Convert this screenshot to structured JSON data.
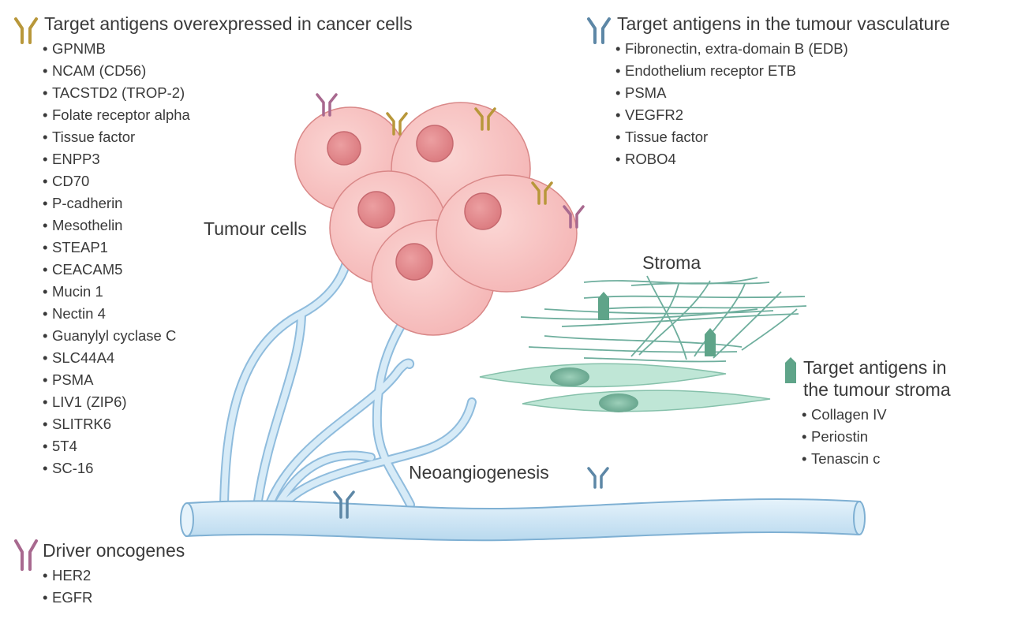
{
  "colors": {
    "cancer_antigen": "#b8973a",
    "vasculature_antigen": "#5d87a6",
    "stroma_antigen": "#5fa489",
    "oncogene": "#a8698f",
    "tumour_cell": "#f7c3c3",
    "tumour_cell_edge": "#d98888",
    "nucleus": "#e48a8e",
    "vessel": "#cfe6f5",
    "vessel_edge": "#7fb0d3",
    "stroma_fibre": "#6eae9d",
    "stroma_cell": "#bfe6d6"
  },
  "icons": {
    "cancer_antigen": "antibody-y-icon",
    "vasculature_antigen": "antibody-y-icon",
    "stroma_antigen": "pentagon-marker-icon",
    "oncogene": "antibody-y-icon"
  },
  "cancer": {
    "heading": "Target antigens overexpressed in cancer cells",
    "items": [
      "GPNMB",
      "NCAM (CD56)",
      "TACSTD2 (TROP-2)",
      "Folate receptor alpha",
      "Tissue factor",
      "ENPP3",
      "CD70",
      "P-cadherin",
      "Mesothelin",
      "STEAP1",
      "CEACAM5",
      "Mucin 1",
      "Nectin 4",
      "Guanylyl cyclase C",
      "SLC44A4",
      "PSMA",
      "LIV1 (ZIP6)",
      "SLITRK6",
      "5T4",
      "SC-16"
    ]
  },
  "vasculature": {
    "heading": "Target antigens in the tumour vasculature",
    "items": [
      "Fibronectin, extra-domain B (EDB)",
      "Endothelium receptor ETB",
      "PSMA",
      "VEGFR2",
      "Tissue factor",
      "ROBO4"
    ]
  },
  "stroma_targets": {
    "heading_line1": "Target antigens in",
    "heading_line2": "the tumour stroma",
    "items": [
      "Collagen IV",
      "Periostin",
      "Tenascin c"
    ]
  },
  "oncogenes": {
    "heading": "Driver oncogenes",
    "items": [
      "HER2",
      "EGFR"
    ]
  },
  "labels": {
    "tumour_cells": "Tumour cells",
    "stroma": "Stroma",
    "neoangiogenesis": "Neoangiogenesis"
  }
}
